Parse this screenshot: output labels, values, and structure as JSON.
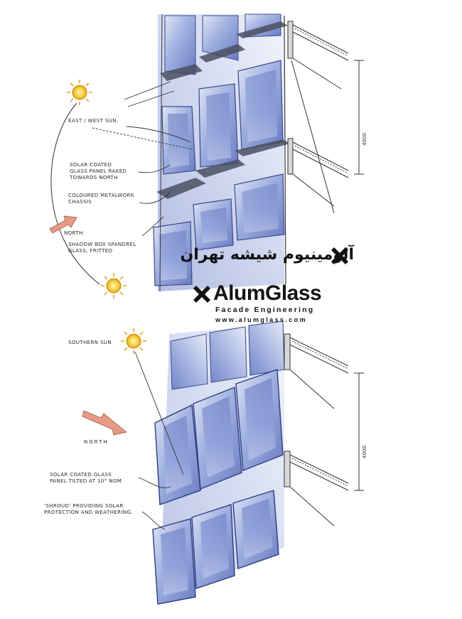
{
  "upper_diagram": {
    "label_east_west_sun": "EAST / WEST SUN.",
    "label_solar_glass": [
      "SOLAR COATED",
      "GLASS PANEL RAKED",
      "TOWARDS NORTH"
    ],
    "label_metalwork": [
      "COLOURED METALWORK",
      "CHASSIS"
    ],
    "label_north": "NORTH.",
    "label_spandrel": [
      "SHADOW BOX SPANDREL",
      "GLASS, FRITTED"
    ],
    "dimension": "4000."
  },
  "lower_diagram": {
    "label_southern_sun": "SOUTHERN SUN",
    "label_north": "NORTH",
    "label_tilted_glass": [
      "SOLAR COATED GLASS",
      "PANEL TILTED AT 10° NOM"
    ],
    "label_shroud": [
      "'SHROUD' PROVIDING SOLAR",
      "PROTECTION AND WEATHERING."
    ],
    "dimension": "4000."
  },
  "watermark": {
    "persian_name": "آلومینیوم شیشه تهران",
    "brand": "AlumGlass",
    "subtitle": "Facade Engineering",
    "url": "www.alumglass.com"
  },
  "colors": {
    "glass_light": "#c9d3ee",
    "glass_mid": "#8d9fd6",
    "glass_dark": "#5f6fb8",
    "sun": "#f2c21b",
    "arrow": "#e79a84",
    "ink": "#2a2a2a"
  }
}
